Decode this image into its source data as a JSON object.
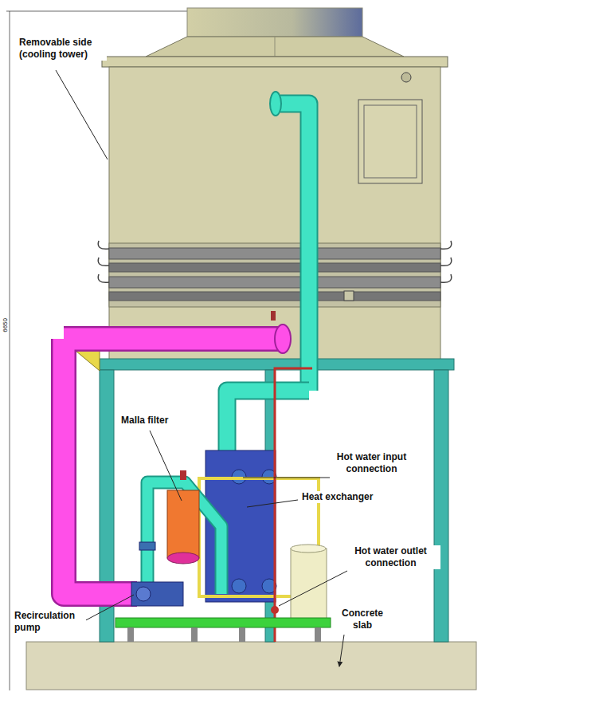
{
  "diagram": {
    "labels": [
      "Removable side (cooling tower)",
      "6650",
      "Malla filter",
      "Hot water input connection",
      "Heat exchanger",
      "Hot water outlet connection",
      "Recirculation pump",
      "Concrete slab"
    ]
  }
}
